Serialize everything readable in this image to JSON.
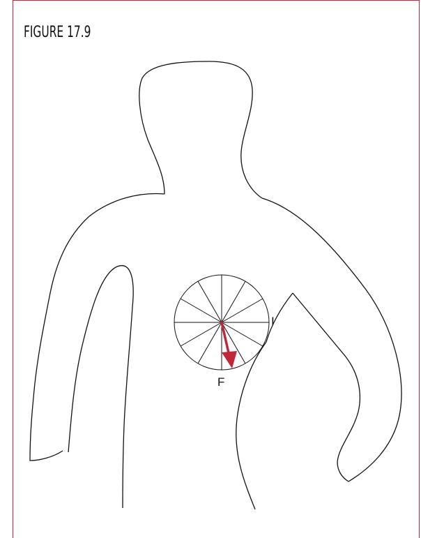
{
  "figure": {
    "title": "FIGURE 17.9"
  },
  "diagram": {
    "label_lead": "I",
    "label_axis": "F",
    "arrow_color": "#c0283a",
    "frame_color": "#c0283a",
    "line_color": "#111111"
  }
}
